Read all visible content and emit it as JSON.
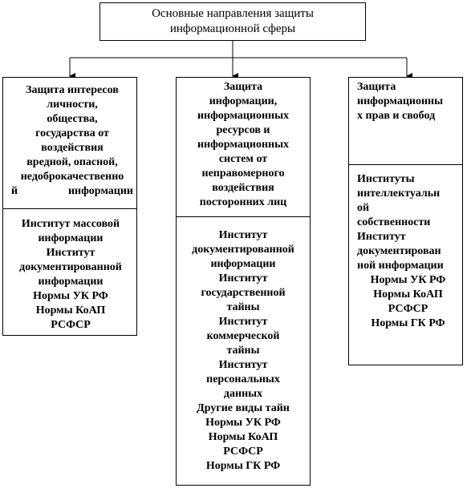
{
  "title": [
    "Основные направления защиты",
    "информационной сферы"
  ],
  "columns": [
    {
      "head": [
        "Защита интересов",
        "личности,",
        "общества,",
        "государства от",
        "воздействия",
        "вредной, опасной,",
        "недоброкачественно"
      ],
      "head_last": [
        "й",
        "информации"
      ],
      "body": [
        "Институт массовой",
        "информации",
        "Институт",
        "документированной",
        "информации",
        "Нормы УК РФ",
        "Нормы КоАП",
        "РСФСР"
      ]
    },
    {
      "head": [
        "Защита",
        "информации,",
        "информационных",
        "ресурсов и",
        "информационных",
        "систем от",
        "неправомерного",
        "воздействия",
        "посторонних лиц"
      ],
      "body": [
        "Институт",
        "документированной",
        "информации",
        "Институт",
        "государственной",
        "тайны",
        "Институт",
        "коммерческой",
        "тайны",
        "Институт",
        "персональных",
        "данных",
        "Другие виды тайн",
        "Нормы УК РФ",
        "Нормы КоАП",
        "РСФСР",
        "Нормы ГК РФ"
      ]
    },
    {
      "head": [
        "Защита",
        "информационны",
        "х прав и свобод"
      ],
      "body_left": [
        "Институты",
        "интеллектуальн",
        "ой",
        "собственности",
        "Институт",
        "документирован",
        "ной информации"
      ],
      "body_center": [
        "Нормы УК РФ",
        "Нормы КоАП",
        "РСФСР",
        "Нормы ГК РФ"
      ]
    }
  ]
}
